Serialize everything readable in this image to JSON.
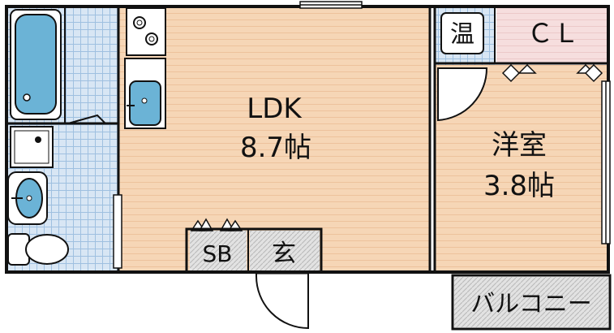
{
  "rooms": {
    "ldk": {
      "name": "LDK",
      "size": "8.7帖"
    },
    "western": {
      "name": "洋室",
      "size": "3.8帖"
    },
    "water_heater": "温",
    "closet": "ＣＬ",
    "shoe_box": "SB",
    "entrance": "玄",
    "balcony": "バルコニー"
  },
  "colors": {
    "wood_floor": "#f6d6b6",
    "wood_line": "#edc29c",
    "tile_floor": "#d8e6f4",
    "tile_line": "#9fc0e0",
    "fixture": "#6bb3d6",
    "closet_floor": "#f6dede",
    "hatch_floor": "#dcdcdc",
    "wall": "#111111"
  }
}
